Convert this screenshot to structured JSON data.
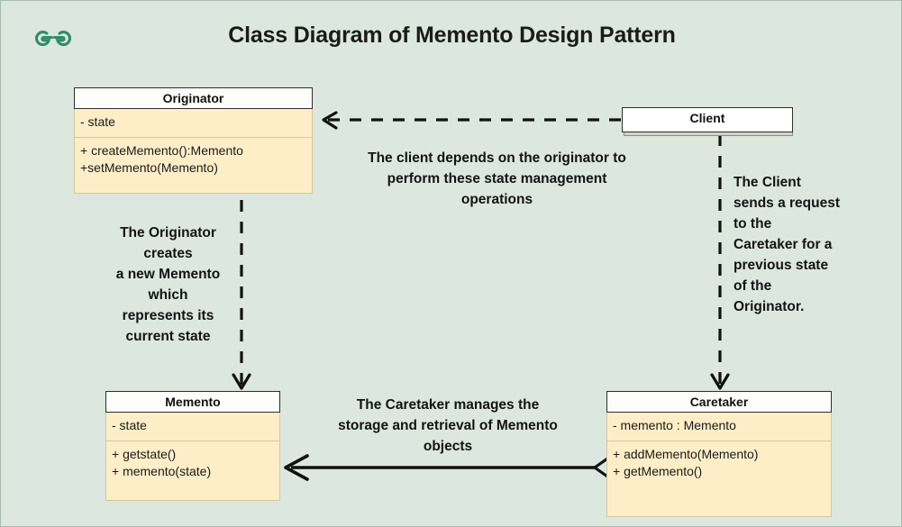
{
  "page": {
    "title": "Class Diagram of Memento Design Pattern",
    "background_color": "#dce7e0",
    "logo_name": "geeksforgeeks-logo",
    "logo_color": "#2f8d6a"
  },
  "classes": {
    "originator": {
      "name": "Originator",
      "attributes": "- state",
      "methods": "+ createMemento():Memento\n+setMemento(Memento)"
    },
    "memento": {
      "name": "Memento",
      "attributes": "- state",
      "methods": "+ getstate()\n+ memento(state)"
    },
    "caretaker": {
      "name": "Caretaker",
      "attributes": "- memento : Memento",
      "methods": "+ addMemento(Memento)\n+ getMemento()"
    },
    "client": {
      "name": "Client"
    }
  },
  "notes": {
    "client_depends": "The client depends on the originator to\nperform these state management\noperations",
    "originator_creates": "The Originator\ncreates\na new Memento\nwhich\nrepresents its\ncurrent state",
    "client_request": "The Client\nsends a request\nto the\nCaretaker for a\nprevious state\nof the\nOriginator.",
    "caretaker_manages": "The Caretaker manages the\nstorage and retrieval of Memento\nobjects"
  },
  "relations": [
    {
      "name": "client-to-originator-dependency",
      "type": "dependency",
      "from": "Client",
      "to": "Originator",
      "style": "dashed",
      "arrow": "open"
    },
    {
      "name": "originator-to-memento-dependency",
      "type": "dependency",
      "from": "Originator",
      "to": "Memento",
      "style": "dashed",
      "arrow": "open"
    },
    {
      "name": "client-to-caretaker-dependency",
      "type": "dependency",
      "from": "Client",
      "to": "Caretaker",
      "style": "dashed",
      "arrow": "open"
    },
    {
      "name": "caretaker-to-memento-aggregation",
      "type": "aggregation",
      "from": "Caretaker",
      "to": "Memento",
      "style": "solid",
      "arrow": "open-diamond"
    }
  ]
}
